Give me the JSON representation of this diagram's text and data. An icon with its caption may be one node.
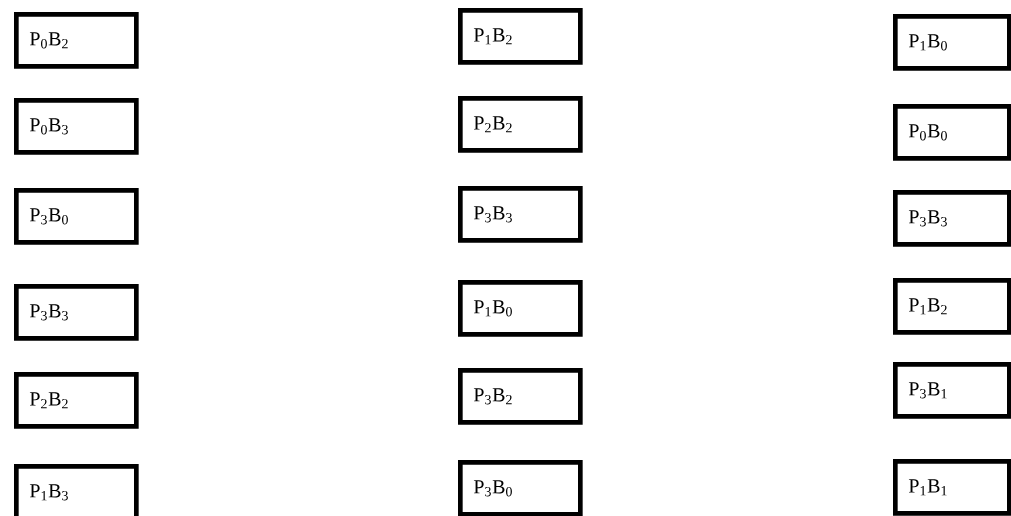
{
  "diagram": {
    "nodes": [
      {
        "text": [
          "P$_{0}$B$_{2}$"
        ]
      },
      {
        "text": [
          "P$_{1}$B$_{2}$"
        ]
      },
      {
        "text": [
          "P$_{1}$B$_{0}$"
        ]
      },
      {
        "text": [
          "P$_{0}$B$_{3}$"
        ]
      },
      {
        "text": [
          "P$_{2}$B$_{2}$"
        ]
      },
      {
        "text": [
          "P$_{0}$B$_{0}$"
        ]
      },
      {
        "text": [
          "P$_{3}$B$_{0}$"
        ]
      },
      {
        "text": [
          "P$_{3}$B$_{3}$"
        ]
      },
      {
        "text": [
          "P$_{3}$B$_{3}$"
        ]
      },
      {
        "text": [
          "P$_{3}$B$_{3}$"
        ]
      },
      {
        "text": [
          "P$_{1}$B$_{0}$"
        ]
      },
      {
        "text": [
          "P$_{1}$B$_{2}$"
        ]
      },
      {
        "text": [
          "P$_{2}$B$_{2}$"
        ]
      },
      {
        "text": [
          "P$_{3}$B$_{2}$"
        ]
      },
      {
        "text": [
          "P$_{3}$B$_{1}$"
        ]
      },
      {
        "text": [
          "P$_{1}$B$_{3}$"
        ]
      },
      {
        "text": [
          "P$_{3}$B$_{0}$"
        ]
      },
      {
        "text": [
          "P$_{1}$B$_{1}$"
        ]
      }
    ]
  }
}
